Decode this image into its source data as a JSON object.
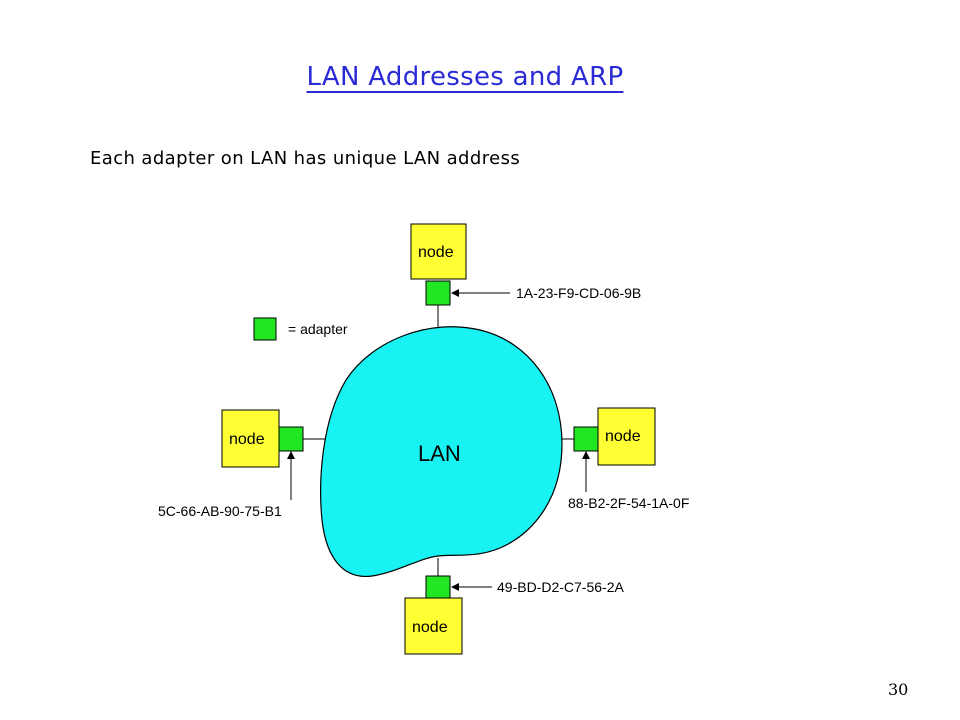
{
  "slide": {
    "title": "LAN Addresses and ARP",
    "subtitle": "Each adapter on LAN has unique LAN address",
    "page_number": "30"
  },
  "diagram": {
    "network_label": "LAN",
    "legend_label": "= adapter",
    "node_label": "node",
    "addresses": {
      "top": "1A-23-F9-CD-06-9B",
      "left": "5C-66-AB-90-75-B1",
      "right": "88-B2-2F-54-1A-0F",
      "bottom": "49-BD-D2-C7-56-2A"
    },
    "colors": {
      "title": "#2b2bd6",
      "lan": "#19f2f2",
      "node": "#ffff33",
      "adapter": "#22e622"
    }
  }
}
